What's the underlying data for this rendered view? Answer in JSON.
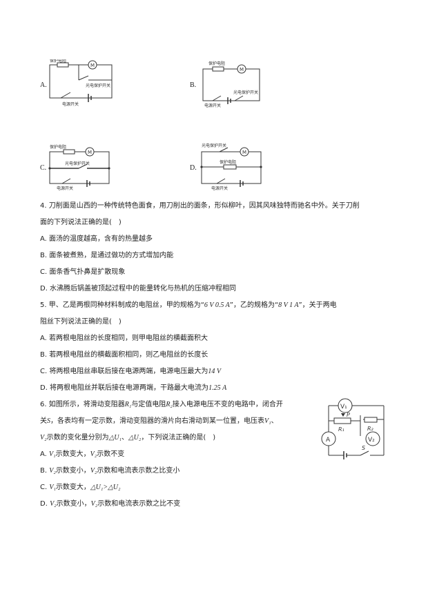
{
  "q3": {
    "letters": [
      "A.",
      "B.",
      "C.",
      "D."
    ],
    "labels": {
      "protect_res": "保护电阻",
      "photo_switch": "光电保护开关",
      "power_switch": "电源开关",
      "motor": "M"
    }
  },
  "q4": {
    "stem1": "4. 刀削面是山西的一种传统特色面食，用刀削出的面条，形似柳叶，因其风味独特而驰名中外。关于刀削",
    "stem2": "面的下列说法正确的是(　)",
    "options": [
      "A. 面汤的温度越高，含有的热量越多",
      "B. 面条被煮熟，是通过做功的方式增加内能",
      "C. 面条香气扑鼻是扩散现象",
      "D. 水沸腾后锅盖被顶起过程中的能量转化与热机的压缩冲程相同"
    ]
  },
  "q5": {
    "stem1_a": "5. 甲、乙是两根同种材料制成的电阻丝，甲的规格为“",
    "stem1_spec1": "6 V 0.5 A",
    "stem1_b": "”，乙的规格为“",
    "stem1_spec2": "8 V 1 A",
    "stem1_c": "”，关于两电",
    "stem2": "阻丝下列说法正确的是(　)",
    "optA": "A. 若两根电阻丝的长度相同，则甲电阻丝的横截面积大",
    "optB": "B. 若两根电阻丝的横截面积相同，则乙电阻丝的长度长",
    "optC_a": "C. 将两根电阻丝串联后接在电源两端，电源电压最大为",
    "optC_v": "14 V",
    "optD_a": "D. 将两根电阻丝并联后接在电源两端，干路最大电流为",
    "optD_v": "1.25 A"
  },
  "q6": {
    "line1_a": "6. 如图所示，将滑动变阻器",
    "line1_b": "与定值电阻",
    "line1_c": "接入电源电压不变的电路中，闭合开",
    "line2_a": "关",
    "line2_b": "，各表均有一定示数，滑动变阻器的滑片向右滑动到某一位置，电压表",
    "line2_c": "、",
    "line3_a": "示数的变化量分别为",
    "line3_b": "、",
    "line3_c": "，下列说法正确的是(　)",
    "optA_a": "A. ",
    "optA_b": "示数变大，",
    "optA_c": "示数不变",
    "optB_a": "B. ",
    "optB_b": "示数变小，",
    "optB_c": "示数和电流表示数之比变小",
    "optC_a": "C. ",
    "optC_b": "示数变大，",
    "optD_a": "D. ",
    "optD_b": "示数变小，",
    "optD_c": "示数和电流表示数之比不变",
    "sym": {
      "R1": "R₁",
      "R2": "R₂",
      "S": "S",
      "V1": "V₁",
      "V2": "V₂",
      "dU1": "△U₁",
      "dU2": "△U₂",
      "gt": "△U₁>△U₂"
    },
    "circuit": {
      "V1": "V₁",
      "V2": "V₂",
      "A": "A",
      "P": "P",
      "R1": "R₁",
      "R2": "R₂",
      "S": "S"
    }
  }
}
